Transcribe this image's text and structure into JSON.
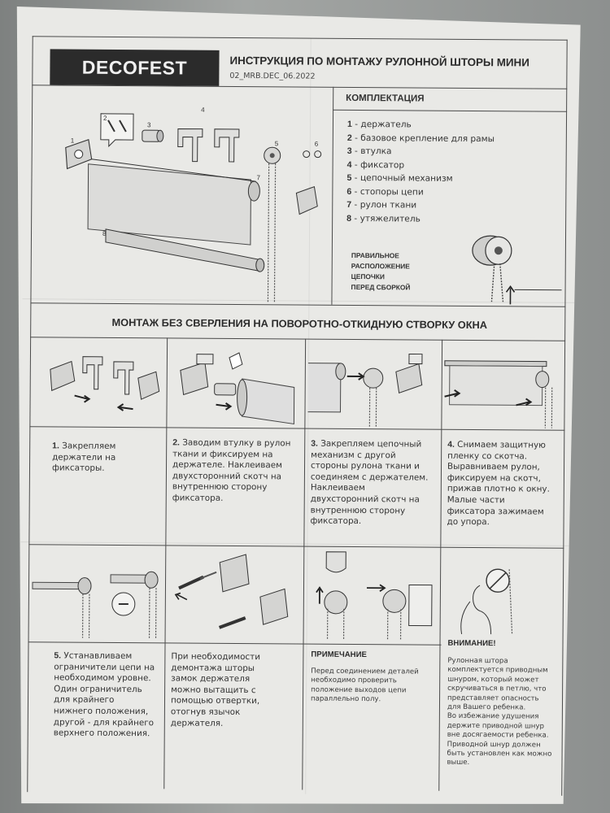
{
  "brand": "DECOFEST",
  "title": "ИНСТРУКЦИЯ ПО МОНТАЖУ РУЛОННОЙ ШТОРЫ МИНИ",
  "doc_code": "02_MRB.DEC_06.2022",
  "kit": {
    "title": "КОМПЛЕКТАЦИЯ",
    "items": [
      {
        "num": "1",
        "text": "- держатель"
      },
      {
        "num": "2",
        "text": "- базовое крепление для рамы"
      },
      {
        "num": "3",
        "text": "- втулка"
      },
      {
        "num": "4",
        "text": "- фиксатор"
      },
      {
        "num": "5",
        "text": "- цепочный механизм"
      },
      {
        "num": "6",
        "text": "- стопоры цепи"
      },
      {
        "num": "7",
        "text": "- рулон ткани"
      },
      {
        "num": "8",
        "text": "- утяжелитель"
      }
    ]
  },
  "figure_labels": [
    "1",
    "2",
    "3",
    "4",
    "5",
    "6",
    "7",
    "8"
  ],
  "chain_note": "ПРАВИЛЬНОЕ\nРАСПОЛОЖЕНИЕ\nЦЕПОЧКИ\nПЕРЕД СБОРКОЙ",
  "section_title": "МОНТАЖ БЕЗ СВЕРЛЕНИЯ НА ПОВОРОТНО-ОТКИДНУЮ СТВОРКУ ОКНА",
  "steps": [
    {
      "num": "1.",
      "text": "Закрепляем\nдержатели на\nфиксаторы."
    },
    {
      "num": "2.",
      "text": "Заводим втулку в рулон\nткани и фиксируем на\nдержателе. Наклеиваем\nдвухсторонний скотч на\nвнутреннюю сторону\nфиксатора."
    },
    {
      "num": "3.",
      "text": "Закрепляем цепочный\nмеханизм с другой\nстороны рулона ткани и\nсоединяем с держателем.\nНаклеиваем\nдвухсторонний скотч на\nвнутреннюю сторону\nфиксатора."
    },
    {
      "num": "4.",
      "text": "Снимаем защитную\nпленку со скотча.\nВыравниваем рулон,\nфиксируем на скотч,\nприжав плотно к окну.\nМалые части\nфиксатора зажимаем\nдо упора."
    },
    {
      "num": "5.",
      "text": "Устанавливаем\nограничители цепи на\nнеобходимом уровне.\nОдин ограничитель\nдля крайнего\nнижнего положения,\nдругой - для крайнего\nверхнего положения."
    },
    {
      "num": "",
      "text": "При необходимости\nдемонтажа шторы\nзамок держателя\nможно вытащить с\nпомощью отвертки,\nотогнув язычок\nдержателя."
    }
  ],
  "note": {
    "title": "ПРИМЕЧАНИЕ",
    "text": "Перед соединением деталей\nнеобходимо проверить\nположение выходов цепи\nпараллельно полу."
  },
  "warning": {
    "title": "ВНИМАНИЕ!",
    "text": "Рулонная штора\nкомплектуется приводным\nшнуром, который может\nскручиваться в петлю, что\nпредставляет опасность\nдля Вашего ребенка.\nВо избежание удушения\nдержите приводной шнур\nвне досягаемости ребенка.\nПриводной шнур должен\nбыть установлен как можно\nвыше."
  }
}
